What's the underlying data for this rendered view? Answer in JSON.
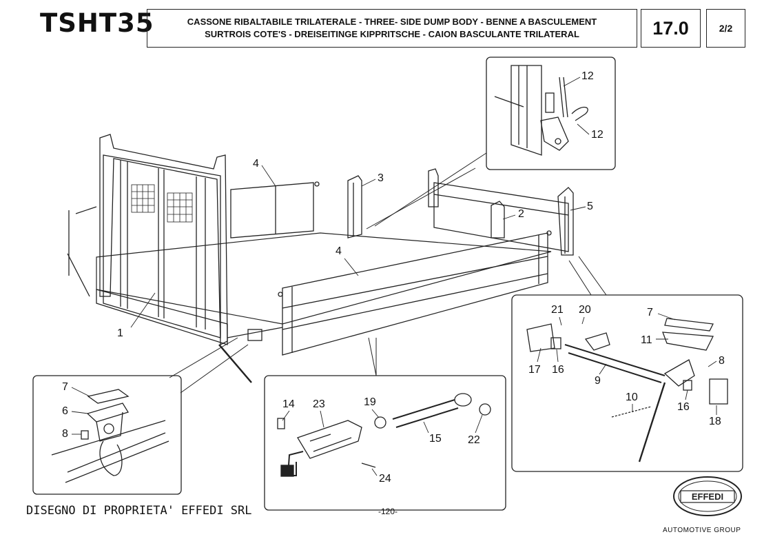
{
  "header": {
    "model": "TSHT35",
    "title_line1": "CASSONE RIBALTABILE TRILATERALE - THREE- SIDE DUMP BODY - BENNE A BASCULEMENT",
    "title_line2": "SURTROIS COTE'S - DREISEITINGE KIPPRITSCHE - CAION BASCULANTE TRILATERAL",
    "section": "17.0",
    "page": "2/2"
  },
  "callouts": {
    "main": [
      "1",
      "2",
      "3",
      "4",
      "4",
      "5"
    ],
    "detail_top": [
      "12",
      "12"
    ],
    "detail_right": [
      "21",
      "20",
      "7",
      "11",
      "17",
      "16",
      "9",
      "8",
      "10",
      "16",
      "18"
    ],
    "detail_center": [
      "14",
      "23",
      "19",
      "15",
      "22",
      "24"
    ],
    "detail_left": [
      "7",
      "6",
      "8"
    ]
  },
  "footer": {
    "ownership": "DISEGNO DI PROPRIETA' EFFEDI SRL",
    "page_number": "-120-",
    "logo_text": "EFFEDI",
    "logo_subtitle": "AUTOMOTIVE GROUP"
  }
}
